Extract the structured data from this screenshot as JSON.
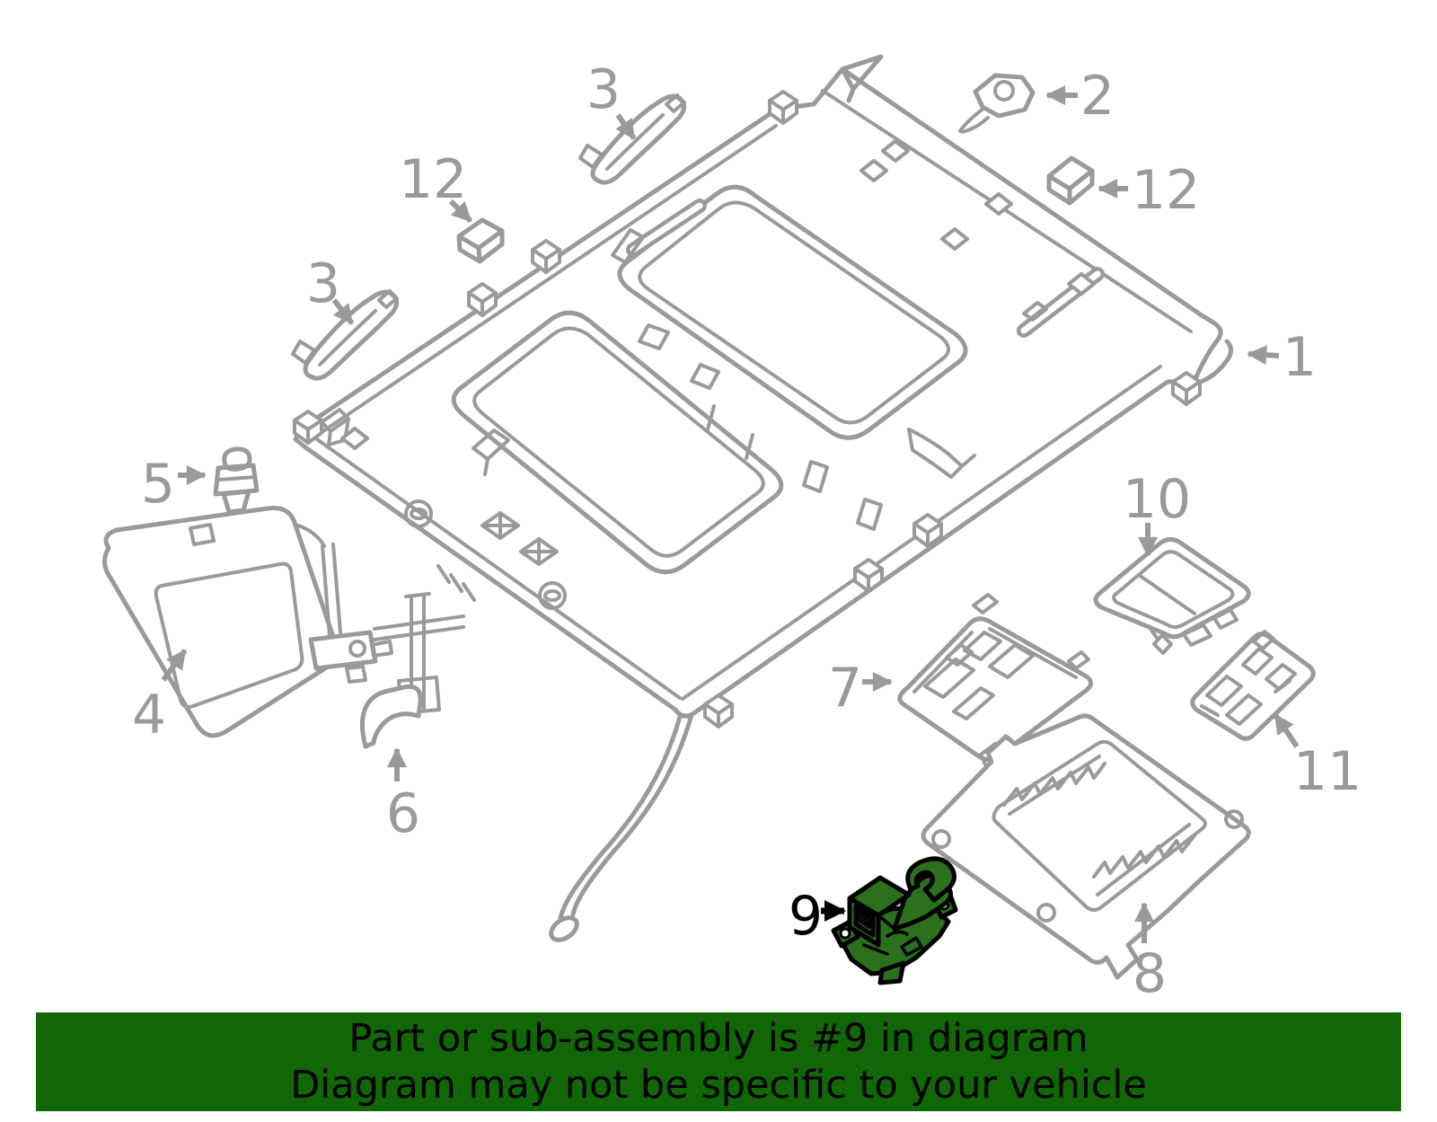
{
  "diagram": {
    "description": "Exploded parts diagram of vehicle roof headliner / interior trim",
    "highlighted_part_label": "9",
    "callouts": [
      {
        "label": "1"
      },
      {
        "label": "2"
      },
      {
        "label": "3",
        "instance": "top"
      },
      {
        "label": "3",
        "instance": "left"
      },
      {
        "label": "4"
      },
      {
        "label": "5"
      },
      {
        "label": "6"
      },
      {
        "label": "7"
      },
      {
        "label": "8"
      },
      {
        "label": "9",
        "highlighted": true
      },
      {
        "label": "10"
      },
      {
        "label": "11"
      },
      {
        "label": "12",
        "instance": "left"
      },
      {
        "label": "12",
        "instance": "right"
      }
    ]
  },
  "banner": {
    "line1": "Part or sub-assembly is #9 in diagram",
    "line2": "Diagram may not be specific to your vehicle"
  },
  "colors": {
    "diagram_line": "#9a9a9a",
    "highlight_fill": "#2b701c",
    "highlight_outline": "#000000",
    "callout_highlight_text": "#000000",
    "banner_background": "#116606",
    "banner_text": "#000000",
    "page_background": "#ffffff"
  }
}
